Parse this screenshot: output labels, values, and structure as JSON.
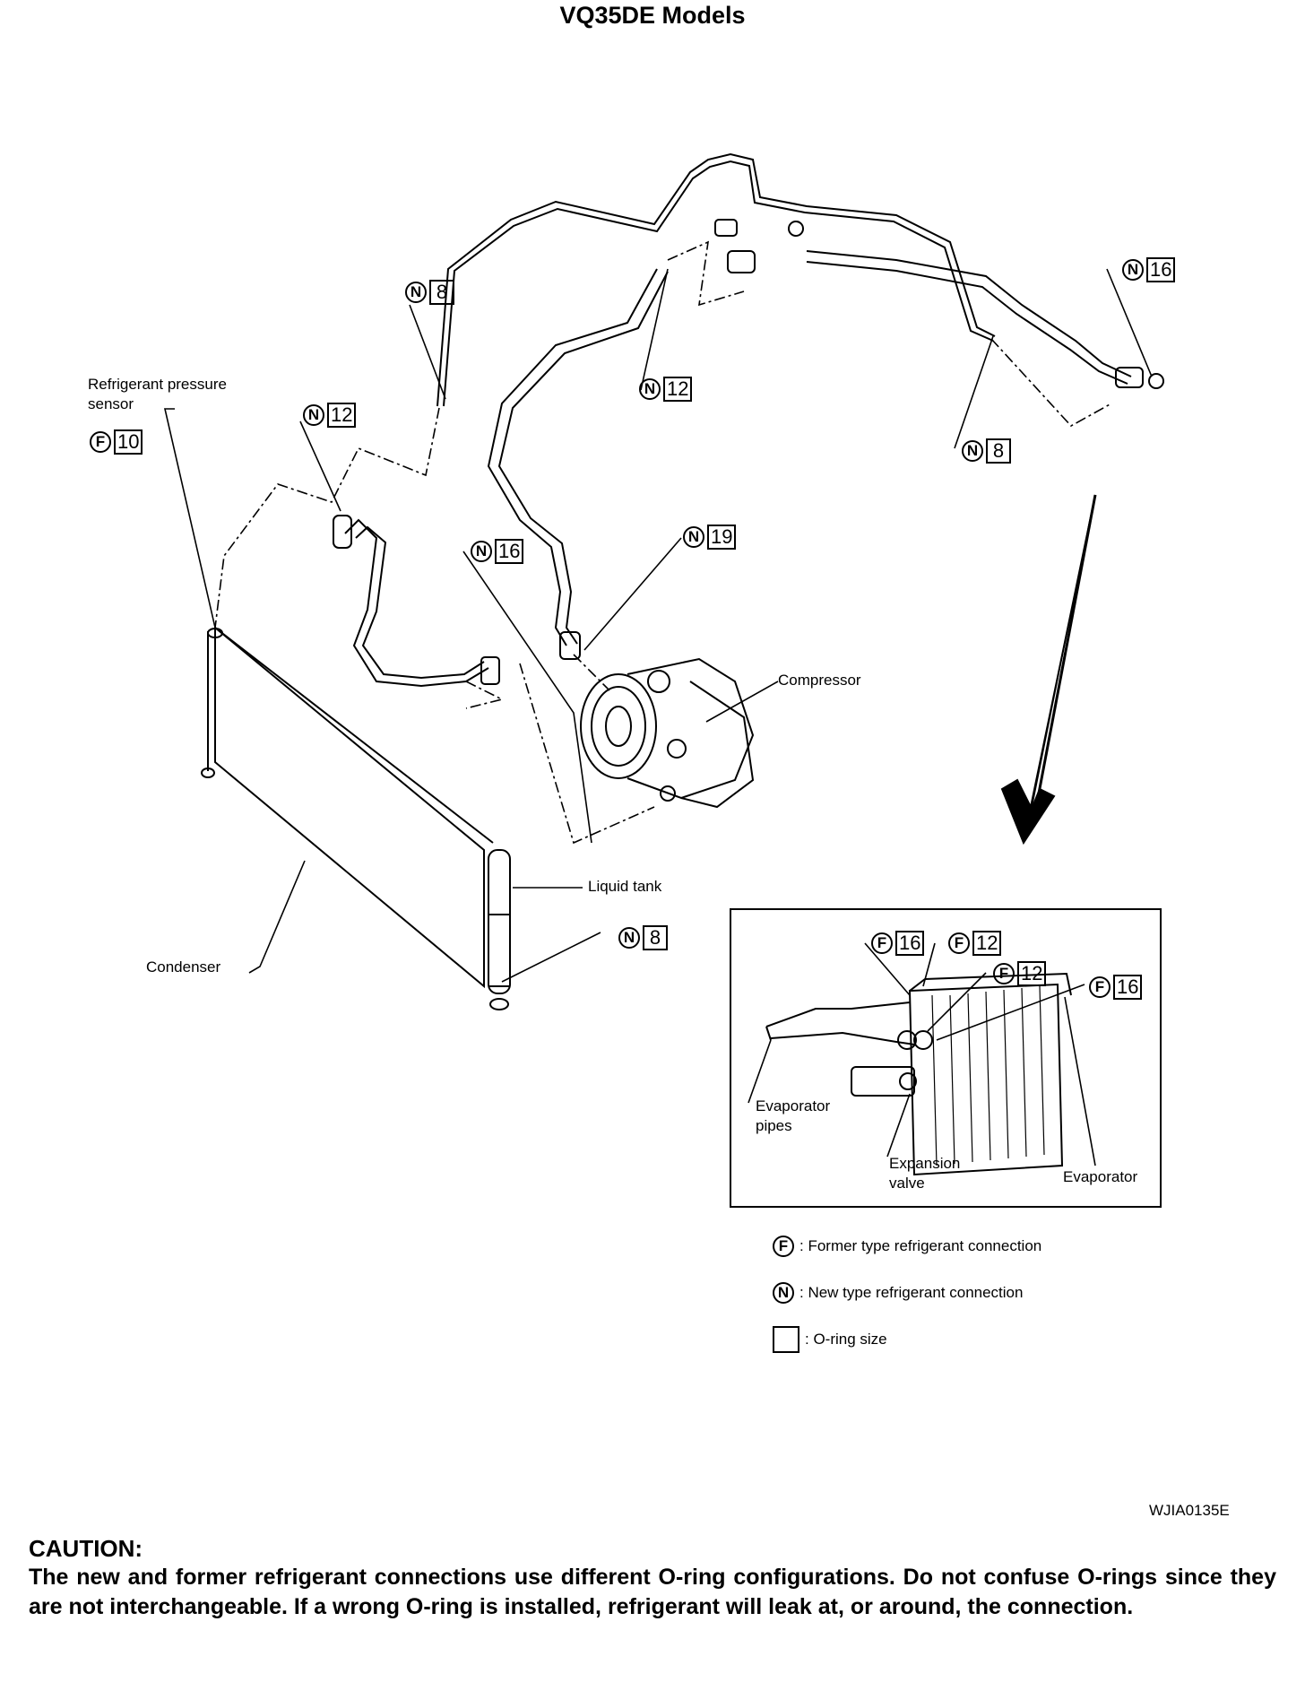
{
  "title": "VQ35DE Models",
  "labels": {
    "refrigerant_pressure_sensor": [
      "Refrigerant pressure",
      "sensor"
    ],
    "compressor": "Compressor",
    "liquid_tank": "Liquid tank",
    "condenser": "Condenser",
    "evaporator_pipes": [
      "Evaporator",
      "pipes"
    ],
    "expansion_valve": [
      "Expansion",
      "valve"
    ],
    "evaporator": "Evaporator"
  },
  "connections": [
    {
      "id": "c1",
      "type": "F",
      "size": "10"
    },
    {
      "id": "c2",
      "type": "N",
      "size": "12"
    },
    {
      "id": "c3",
      "type": "N",
      "size": "8"
    },
    {
      "id": "c4",
      "type": "N",
      "size": "12"
    },
    {
      "id": "c5",
      "type": "N",
      "size": "16"
    },
    {
      "id": "c6",
      "type": "N",
      "size": "19"
    },
    {
      "id": "c7",
      "type": "N",
      "size": "16"
    },
    {
      "id": "c8",
      "type": "N",
      "size": "8"
    },
    {
      "id": "c9",
      "type": "N",
      "size": "8"
    },
    {
      "id": "c10",
      "type": "F",
      "size": "16"
    },
    {
      "id": "c11",
      "type": "F",
      "size": "12"
    },
    {
      "id": "c12",
      "type": "F",
      "size": "12"
    },
    {
      "id": "c13",
      "type": "F",
      "size": "16"
    }
  ],
  "legend": {
    "former_symbol": "F",
    "former_text": ": Former type refrigerant connection",
    "new_symbol": "N",
    "new_text": ": New type refrigerant connection",
    "oring_text": ": O-ring size"
  },
  "figure_id": "WJIA0135E",
  "caution": {
    "heading": "CAUTION:",
    "text": "The new and former refrigerant connections use different O-ring configurations. Do not confuse O-rings since they are not interchangeable. If a wrong O-ring is installed, refrigerant will leak at, or around, the connection."
  }
}
